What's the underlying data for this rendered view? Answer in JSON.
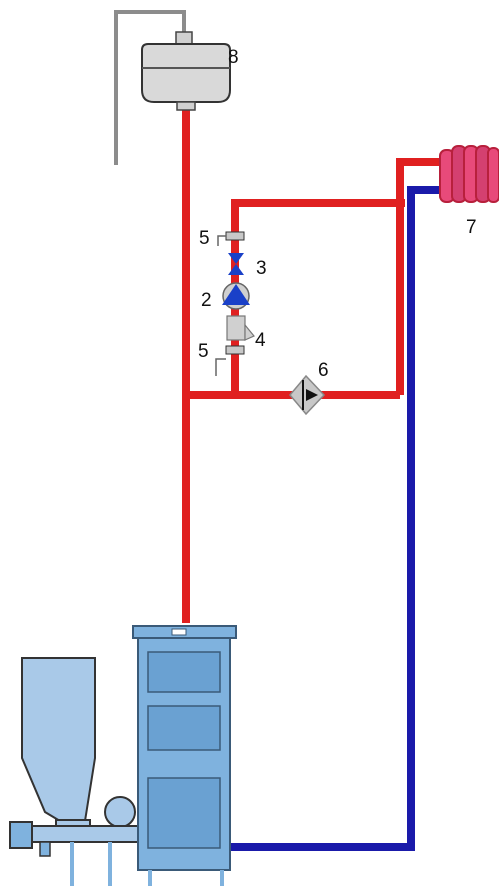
{
  "labels": {
    "expansion_tank": "8",
    "radiator": "7",
    "bypass_valve": "6",
    "shutoff_valve_top": "5",
    "shutoff_valve_bottom": "5",
    "check_valve": "3",
    "pump": "2",
    "filter": "4"
  },
  "colors": {
    "supply_pipe": "#e02020",
    "return_pipe": "#1a1aaa",
    "boiler": "#7fb2de",
    "boiler_outline": "#3a5a78",
    "tank": "#d9d9d9",
    "valve": "#c8c8c8",
    "pump": "#1a40c8",
    "radiator_light": "#e84a7a",
    "radiator_dark": "#b8203c"
  }
}
